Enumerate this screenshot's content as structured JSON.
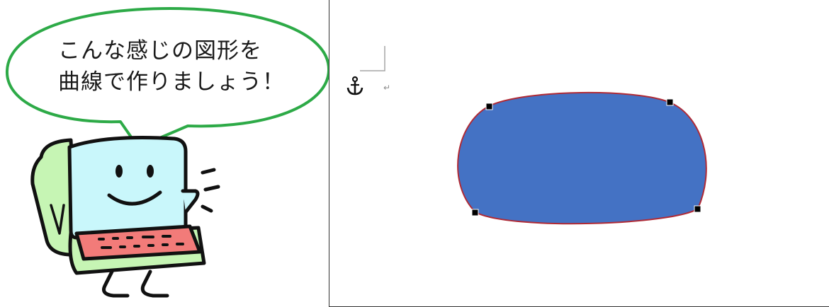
{
  "speech_bubble": {
    "lines": [
      "こんな感じの図形を",
      "曲線で作りましょう！"
    ],
    "border_color": "#2daa47"
  },
  "mascot": {
    "screen_color": "#c9f7fb",
    "body_color": "#c6f5b4",
    "keyboard_color": "#f27b79"
  },
  "document": {
    "paragraph_mark": "↵",
    "anchor_icon": "anchor-icon",
    "shape": {
      "fill_color": "#4472c4",
      "outline_color": "#b02a35",
      "edit_point_count": 4
    }
  }
}
